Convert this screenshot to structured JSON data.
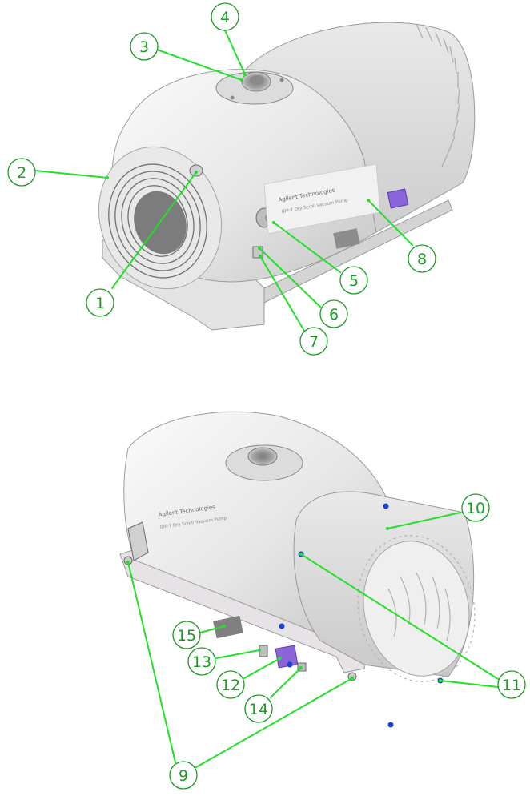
{
  "colors": {
    "leader": "#22e02a",
    "callout_stroke": "#1c9a22",
    "callout_fill": "#ffffff",
    "callout_text": "#1c9a22",
    "body_light": "#f2f2f2",
    "body_mid": "#d9d9d9",
    "body_shadow": "#b5b5b5",
    "edge": "#8a8a8a",
    "switch": "#8a64d8",
    "screw": "#1b3fd1"
  },
  "brand": {
    "name": "Agilent Technologies",
    "model": "IDP-7 Dry Scroll Vacuum Pump"
  },
  "callouts": [
    {
      "id": "c1",
      "label": "1"
    },
    {
      "id": "c2",
      "label": "2"
    },
    {
      "id": "c3",
      "label": "3"
    },
    {
      "id": "c4",
      "label": "4"
    },
    {
      "id": "c5",
      "label": "5"
    },
    {
      "id": "c6",
      "label": "6"
    },
    {
      "id": "c7",
      "label": "7"
    },
    {
      "id": "c8",
      "label": "8"
    },
    {
      "id": "c9",
      "label": "9"
    },
    {
      "id": "c10",
      "label": "10"
    },
    {
      "id": "c11",
      "label": "11"
    },
    {
      "id": "c12",
      "label": "12"
    },
    {
      "id": "c13",
      "label": "13"
    },
    {
      "id": "c14",
      "label": "14"
    },
    {
      "id": "c15",
      "label": "15"
    }
  ]
}
